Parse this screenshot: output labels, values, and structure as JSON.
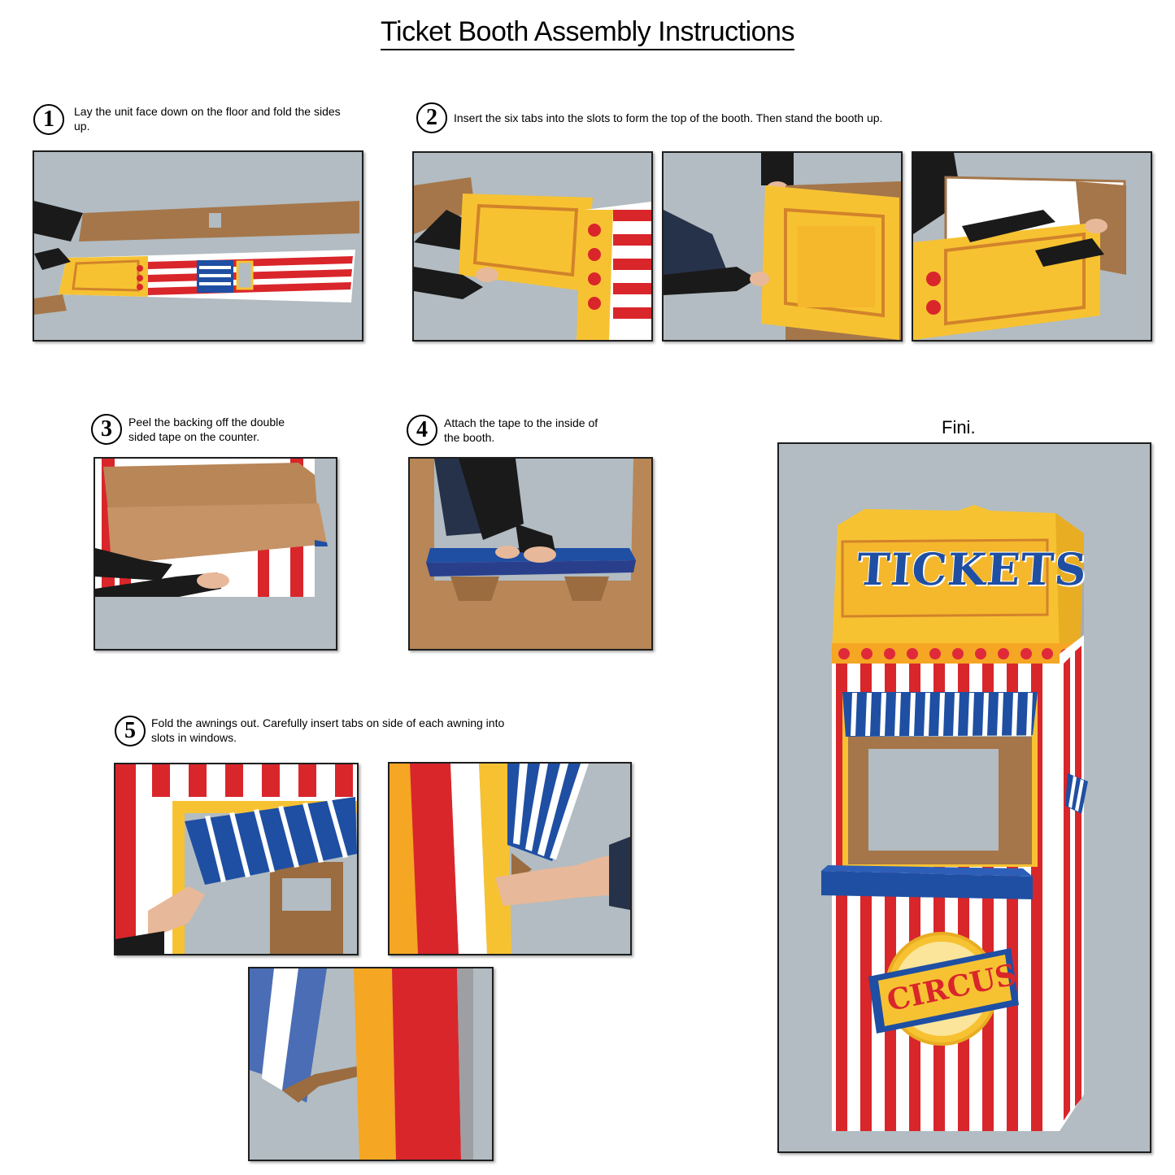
{
  "title": "Ticket Booth Assembly Instructions",
  "steps": [
    {
      "number": "1",
      "text": "Lay the unit face down on the floor and fold the sides up."
    },
    {
      "number": "2",
      "text": "Insert the six tabs into the slots to form the top of the booth. Then stand the booth up."
    },
    {
      "number": "3",
      "text": "Peel the backing off the double sided tape on the counter."
    },
    {
      "number": "4",
      "text": "Attach the tape to the inside of the booth."
    },
    {
      "number": "5",
      "text": "Fold the awnings out. Carefully insert tabs on side of each awning into slots in windows."
    }
  ],
  "finished_label": "Fini.",
  "booth_sign": "TICKETS",
  "booth_badge": "CIRCUS",
  "colors": {
    "background_gray": "#b2bcc2",
    "stripe_red": "#d9262b",
    "awning_blue": "#1f4fa3",
    "sign_yellow": "#f7c232",
    "cardboard": "#b07d4d"
  }
}
